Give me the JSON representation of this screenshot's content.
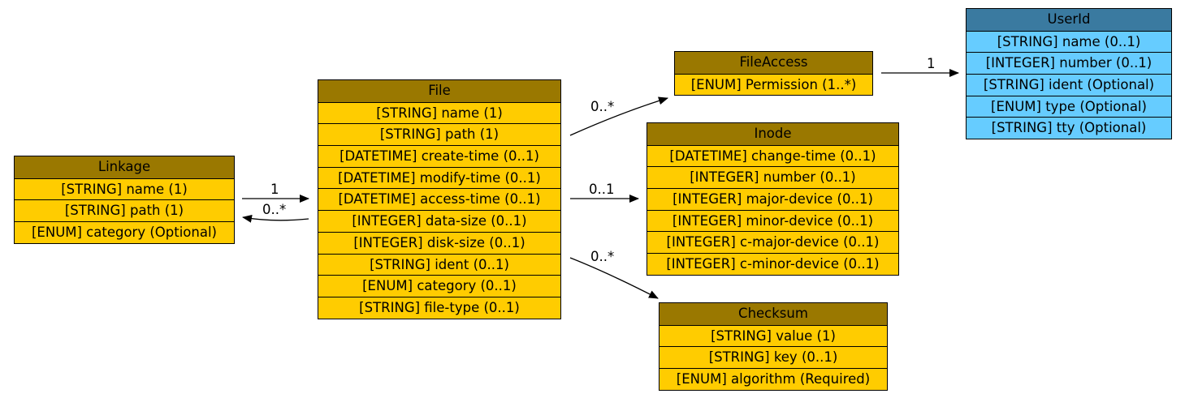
{
  "nodes": {
    "linkage": {
      "title": "Linkage",
      "fields": [
        "[STRING] name (1)",
        "[STRING] path (1)",
        "[ENUM] category (Optional)"
      ]
    },
    "file": {
      "title": "File",
      "fields": [
        "[STRING] name (1)",
        "[STRING] path (1)",
        "[DATETIME] create-time (0..1)",
        "[DATETIME] modify-time (0..1)",
        "[DATETIME] access-time (0..1)",
        "[INTEGER] data-size (0..1)",
        "[INTEGER] disk-size (0..1)",
        "[STRING] ident (0..1)",
        "[ENUM] category (0..1)",
        "[STRING] file-type (0..1)"
      ]
    },
    "fileaccess": {
      "title": "FileAccess",
      "fields": [
        "[ENUM] Permission (1..*)"
      ]
    },
    "inode": {
      "title": "Inode",
      "fields": [
        "[DATETIME] change-time (0..1)",
        "[INTEGER] number (0..1)",
        "[INTEGER] major-device (0..1)",
        "[INTEGER] minor-device (0..1)",
        "[INTEGER] c-major-device (0..1)",
        "[INTEGER] c-minor-device (0..1)"
      ]
    },
    "checksum": {
      "title": "Checksum",
      "fields": [
        "[STRING] value (1)",
        "[STRING] key (0..1)",
        "[ENUM] algorithm (Required)"
      ]
    },
    "userid": {
      "title": "UserId",
      "fields": [
        "[STRING] name (0..1)",
        "[INTEGER] number (0..1)",
        "[STRING] ident (Optional)",
        "[ENUM] type (Optional)",
        "[STRING] tty (Optional)"
      ]
    }
  },
  "edges": {
    "linkage_to_file": "1",
    "file_to_linkage": "0..*",
    "file_to_fileaccess": "0..*",
    "file_to_inode": "0..1",
    "file_to_checksum": "0..*",
    "fileaccess_to_userid": "1"
  },
  "colors": {
    "class_header": "#9a7800",
    "class_field": "#ffcc00",
    "ref_header": "#3a7aa0",
    "ref_field": "#66ccff"
  }
}
